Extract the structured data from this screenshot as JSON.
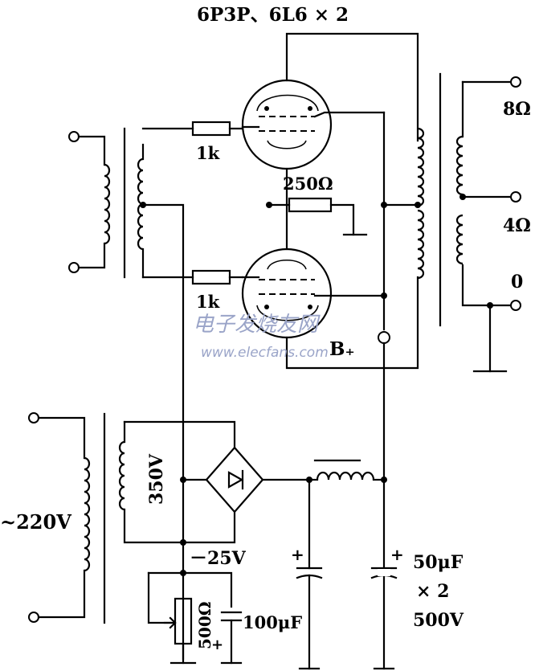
{
  "title": "6P3P、6L6 × 2",
  "labels": {
    "grid_resistor_top": "1k",
    "grid_resistor_bottom": "1k",
    "cathode_resistor": "250Ω",
    "tap_8ohm": "8Ω",
    "tap_4ohm": "4Ω",
    "tap_0": "0",
    "b_plus": "B₊",
    "hv_winding": "350V",
    "mains": "~220V",
    "bias_voltage": "－25V",
    "pot": "500Ω",
    "bias_cap": "100μF",
    "filter_cap_value": "50μF",
    "filter_cap_count": "× 2",
    "filter_cap_voltage": "500V",
    "plus": "+"
  },
  "watermark": {
    "cn": "电子发烧友网",
    "url": "www.elecfans.com"
  },
  "colors": {
    "ink": "#000000",
    "watermark": "#9aa4c8"
  }
}
